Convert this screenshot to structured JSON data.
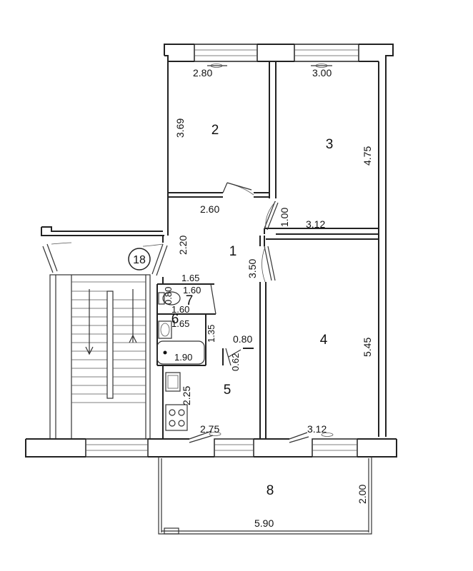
{
  "rooms": {
    "r1": "1",
    "r2": "2",
    "r3": "3",
    "r4": "4",
    "r5": "5",
    "r6": "6",
    "r7": "7",
    "r8": "8",
    "stair": "18"
  },
  "dims": {
    "r2_width": "2.80",
    "r2_height": "3.69",
    "r3_width": "3.00",
    "r3_height": "4.75",
    "r1_width": "2.60",
    "r1_height": "3.50",
    "corridor": "2.20",
    "door_r3": "1.00",
    "r4_width_top": "3.12",
    "r4_height": "5.45",
    "r4_width_bottom": "3.12",
    "wc_a": "1.65",
    "wc_b": "1.60",
    "wc_c": "0.80",
    "wc_d": "1.60",
    "bath_a": "1.65",
    "bath_h": "1.35",
    "bath_w": "1.90",
    "hall_w": "0.80",
    "hall_h": "0.62",
    "kitchen_h": "2.25",
    "kitchen_w": "2.75",
    "balcony_h": "2.00",
    "balcony_w": "5.90"
  }
}
